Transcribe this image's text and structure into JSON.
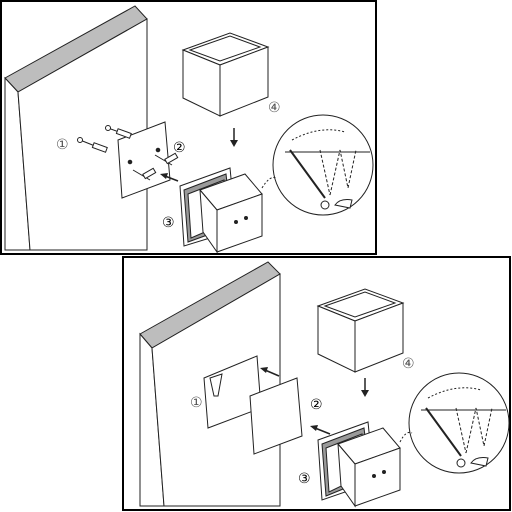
{
  "steps": {
    "top": {
      "step1": "①",
      "step2": "②",
      "step3": "③",
      "step4": "④"
    },
    "bottom": {
      "step1": "①",
      "step2": "②",
      "step3": "③",
      "step4": "④"
    }
  },
  "colors": {
    "frame": "#000000",
    "wall_top": "#bdbdbd",
    "line": "#222222",
    "light_gray": "#9a9a9a"
  }
}
